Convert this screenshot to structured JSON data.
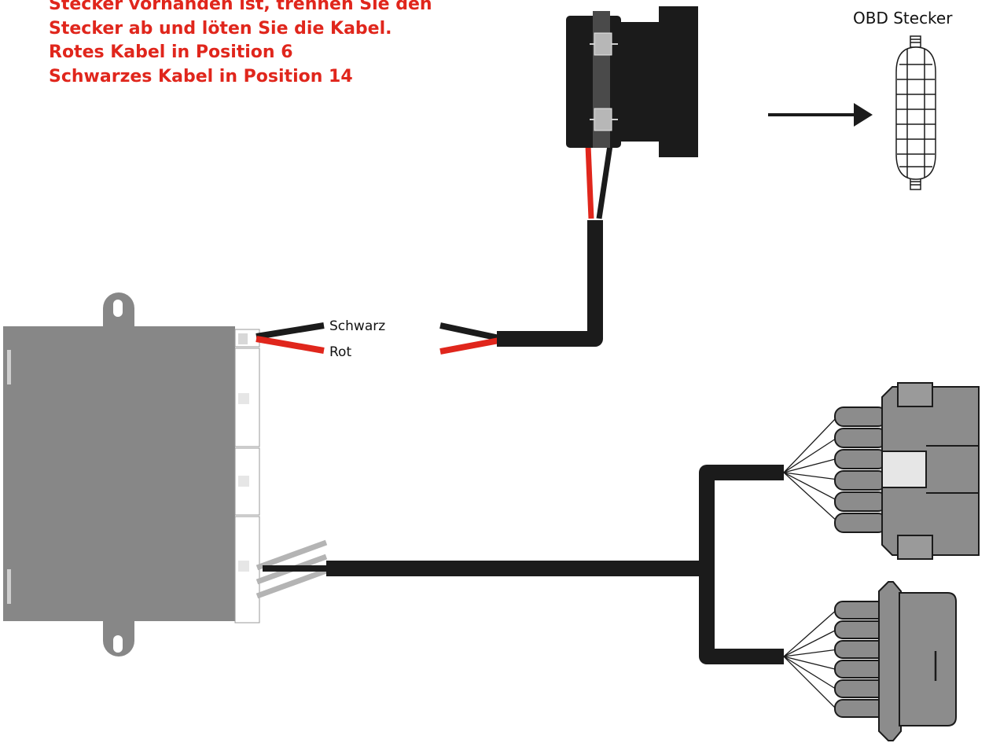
{
  "instructions": {
    "lines": [
      "Stecker vorhanden ist, trennen Sie den",
      "Stecker ab und löten Sie die Kabel.",
      "Rotes Kabel in Position 6",
      "Schwarzes Kabel in Position 14"
    ]
  },
  "obd_connector": {
    "label": "OBD Stecker"
  },
  "wires": {
    "black_label": "Schwarz",
    "red_label": "Rot"
  },
  "colors": {
    "instruction_text": "#e0261c",
    "wire_red": "#e0261c",
    "wire_black": "#1b1b1b",
    "module_body": "#878787",
    "connector_grey": "#8c8c8c"
  }
}
